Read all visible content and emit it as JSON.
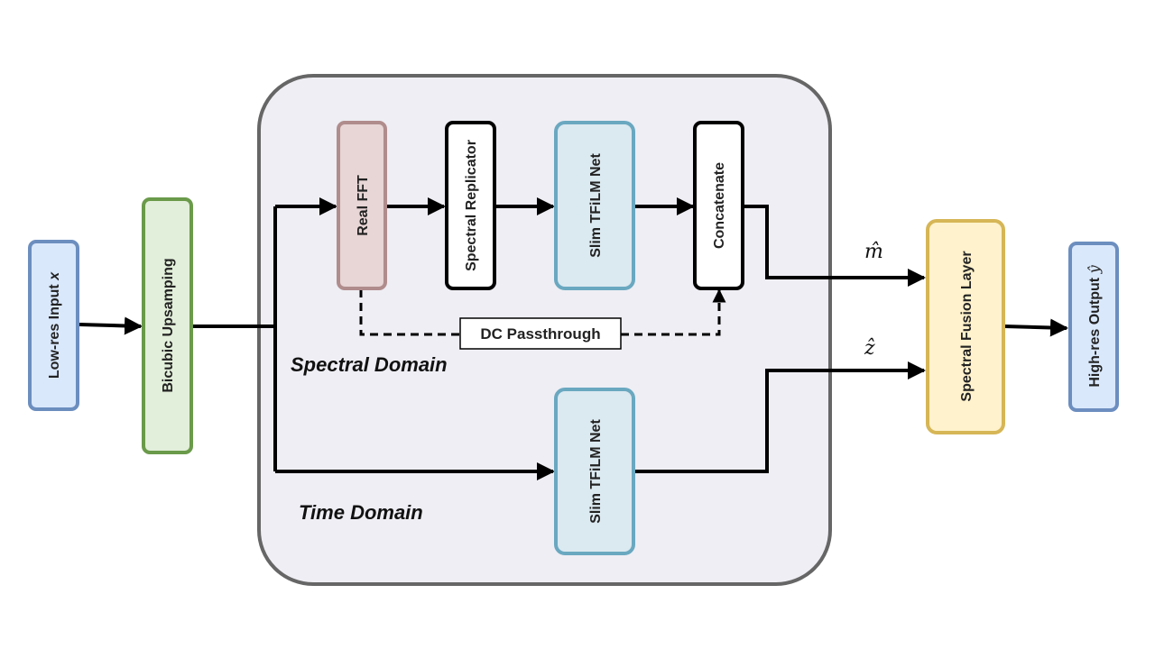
{
  "blocks": {
    "lowres_input": "Low-res Input",
    "lowres_var": "x",
    "bicubic": "Bicubic Upsamping",
    "real_fft": "Real FFT",
    "spectral_replicator": "Spectral Replicator",
    "slim_tfilm_spectral": "Slim TFiLM Net",
    "concatenate": "Concatenate",
    "slim_tfilm_time": "Slim TFiLM Net",
    "spectral_fusion": "Spectral Fusion Layer",
    "highres_output": "High-res Output",
    "highres_var": "ŷ"
  },
  "labels": {
    "dc_passthrough": "DC Passthrough",
    "spectral_domain": "Spectral Domain",
    "time_domain": "Time Domain",
    "m_hat": "m̂",
    "z_hat": "ẑ"
  },
  "colors": {
    "input_fill": "#dae8fc",
    "input_stroke": "#6c8ebf",
    "bicubic_fill": "#e2efda",
    "bicubic_stroke": "#6a9a4a",
    "fft_fill": "#e8d5d5",
    "fft_stroke": "#b08c8c",
    "tfilm_fill": "#dbe9f0",
    "tfilm_stroke": "#6aa8c0",
    "fusion_fill": "#fff2cc",
    "fusion_stroke": "#d6b656",
    "container_fill": "#eeeef4",
    "container_stroke": "#666666"
  }
}
